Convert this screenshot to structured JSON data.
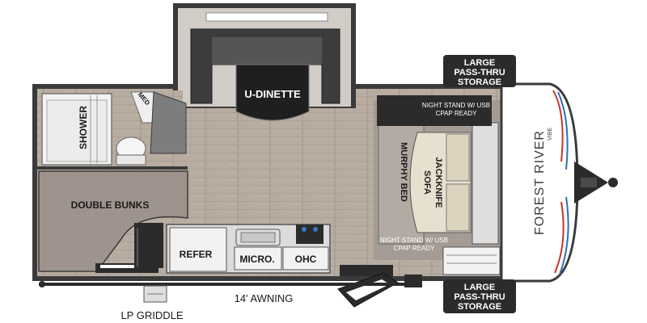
{
  "brand": {
    "name": "FOREST RIVER",
    "model": "VIBE"
  },
  "labels": {
    "u_dinette": "U-DINETTE",
    "med": "MED",
    "shower": "SHOWER",
    "double_bunks": "DOUBLE BUNKS",
    "refer": "REFER",
    "micro": "MICRO.",
    "ohc": "OHC",
    "murphy_bed": "MURPHY BED",
    "jackknife": "JACKKNIFE",
    "sofa": "SOFA",
    "night_stand_top_line1": "NIGHT STAND W/ USB",
    "night_stand_top_line2": "CPAP READY",
    "night_stand_bottom_line1": "NIGHT STAND W/ USB",
    "night_stand_bottom_line2": "CPAP READY",
    "storage_top": [
      "LARGE",
      "PASS-THRU",
      "STORAGE"
    ],
    "storage_bottom": [
      "LARGE",
      "PASS-THRU",
      "STORAGE"
    ],
    "awning": "14' AWNING",
    "lp_griddle": "LP GRIDDLE"
  },
  "colors": {
    "wall": "#3a3a3a",
    "floor": "#b9ada3",
    "dark_panel": "#2b2b2b",
    "accent_red": "#c0392b",
    "accent_blue": "#2e6fb5"
  }
}
